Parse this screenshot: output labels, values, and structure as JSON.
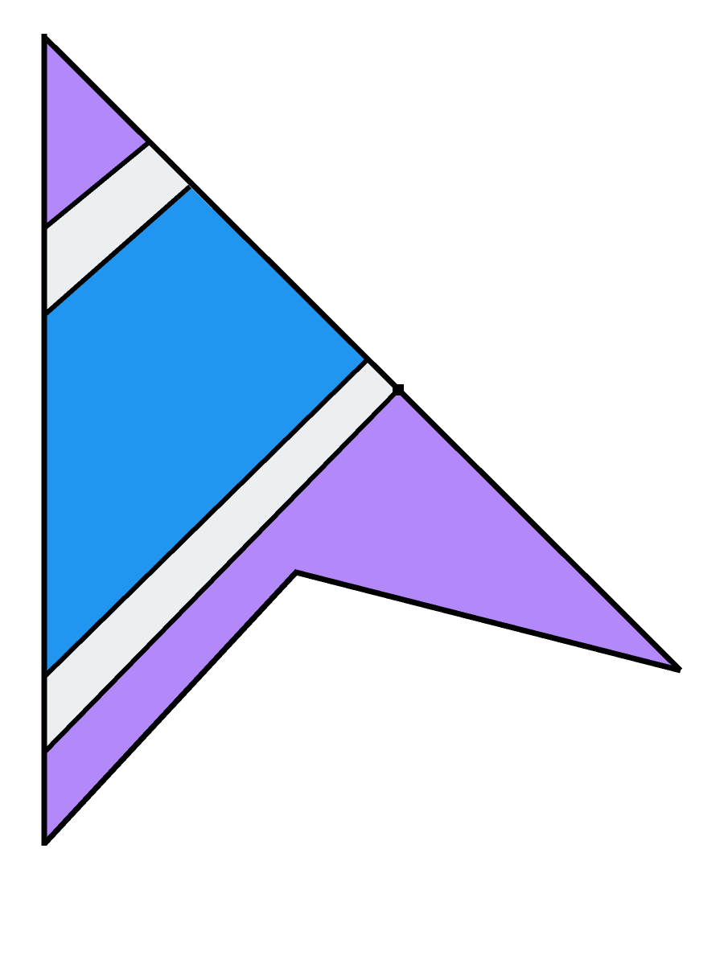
{
  "image": {
    "subject": "pixel-art-cursor-arrow",
    "colors": {
      "background": "#ffffff",
      "outline": "#000000",
      "purple": "#b388fb",
      "blue": "#2196f0",
      "white_band": "#eceff1"
    },
    "bands": [
      "purple",
      "white",
      "blue",
      "white",
      "purple"
    ]
  }
}
